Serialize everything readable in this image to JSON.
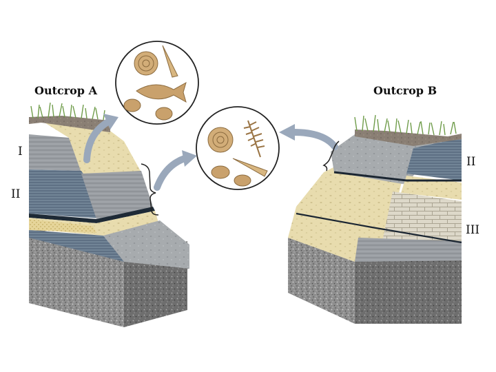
{
  "outcrop_a": {
    "title": "Outcrop A",
    "layer_labels": [
      "I",
      "II"
    ]
  },
  "outcrop_b": {
    "title": "Outcrop B",
    "layer_labels": [
      "II",
      "III"
    ]
  },
  "fossil_groups": [
    {
      "name": "outcrop-a-fossils",
      "fossils": [
        "ammonite",
        "turritella-shell",
        "fish",
        "trilobite",
        "trilobite"
      ]
    },
    {
      "name": "shared-fossils",
      "fossils": [
        "ammonite",
        "fern-leaf",
        "turritella-shell",
        "trilobite",
        "trilobite"
      ]
    }
  ],
  "colors": {
    "sandstone": "#e8dcae",
    "shale": "#5e7185",
    "gray_siltstone": "#a5a9ac",
    "limestone": "#dcd7c8",
    "granite_bedrock": "#8b8b8b",
    "arrow": "#9aa8bb",
    "fossil": "#c9a16c"
  }
}
